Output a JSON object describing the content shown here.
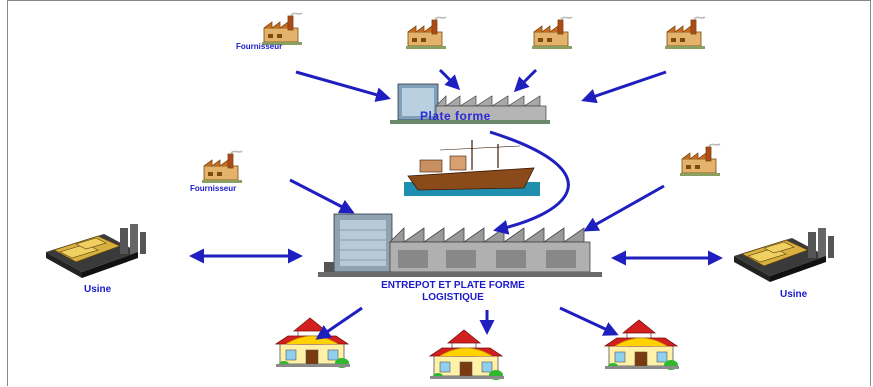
{
  "labels": {
    "fournisseur_top": "Fournisseur",
    "fournisseur_left": "Fournisseur",
    "plate_forme": "Plate forme",
    "entrepot_line1": "ENTREPOT ET PLATE FORME",
    "entrepot_line2": "LOGISTIQUE",
    "usine_left": "Usine",
    "usine_right": "Usine"
  },
  "icons": {
    "supplier": "factory-icon",
    "platform": "warehouse-building-icon",
    "ship": "cargo-ship-icon",
    "warehouse": "logistics-warehouse-icon",
    "plant": "factory-pallet-icon",
    "store": "shop-icon"
  },
  "colors": {
    "arrow": "#1f1fc0",
    "label": "#1a1acc",
    "factory_body": "#e3b36b",
    "factory_roof": "#c86b1e",
    "building_gray": "#9aa0a8",
    "roof_red": "#d41f1f",
    "sea": "#1f8fb0"
  }
}
